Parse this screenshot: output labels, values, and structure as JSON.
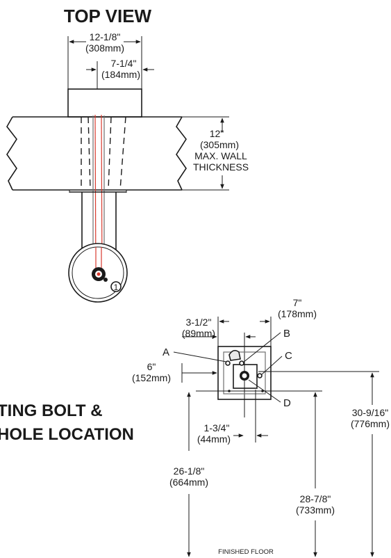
{
  "top_view": {
    "title": "TOP VIEW",
    "width_in": "12-1/8\"",
    "width_mm": "(308mm)",
    "offset_in": "7-1/4\"",
    "offset_mm": "(184mm)",
    "wall_in": "12\"",
    "wall_mm": "(305mm)",
    "wall_note_1": "MAX. WALL",
    "wall_note_2": "THICKNESS",
    "callout": "1"
  },
  "mounting": {
    "title_line_1": "TING BOLT &",
    "title_line_2": "HOLE LOCATION",
    "width_in": "7\"",
    "width_mm": "(178mm)",
    "half_in": "3-1/2\"",
    "half_mm": "(89mm)",
    "side_in": "6\"",
    "side_mm": "(152mm)",
    "small_in": "1-3/4\"",
    "small_mm": "(44mm)",
    "h1_in": "26-1/8\"",
    "h1_mm": "(664mm)",
    "h2_in": "28-7/8\"",
    "h2_mm": "(733mm)",
    "h3_in": "30-9/16\"",
    "h3_mm": "(776mm)",
    "marker_a": "A",
    "marker_b": "B",
    "marker_c": "C",
    "marker_d": "D",
    "floor_label": "FINISHED FLOOR"
  },
  "colors": {
    "line": "#1a1a1a",
    "centerline": "#d83a2e",
    "background": "#ffffff"
  }
}
